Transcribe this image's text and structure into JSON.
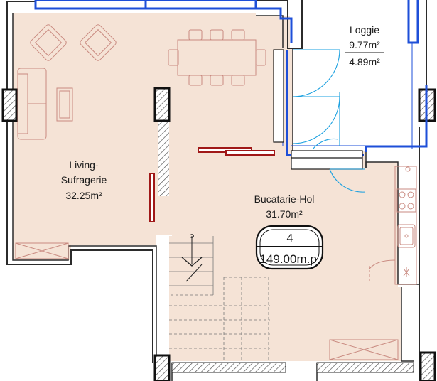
{
  "rooms": {
    "living": {
      "name_line1": "Living-",
      "name_line2": "Sufragerie",
      "area": "32.25m²"
    },
    "loggie": {
      "name": "Loggie",
      "area_full": "9.77m²",
      "area_reduced": "4.89m²"
    },
    "kitchen": {
      "name": "Bucatarie-Hol",
      "area": "31.70m²"
    }
  },
  "unit_badge": {
    "number": "4",
    "total_area": "149.00m.p."
  },
  "colors": {
    "floor": "#f5e3d6",
    "wall": "#2b2b2b",
    "window": "#1e4fd8",
    "door": "#1aa0e0",
    "furniture": "#c98a80",
    "radiator": "#a01818"
  }
}
